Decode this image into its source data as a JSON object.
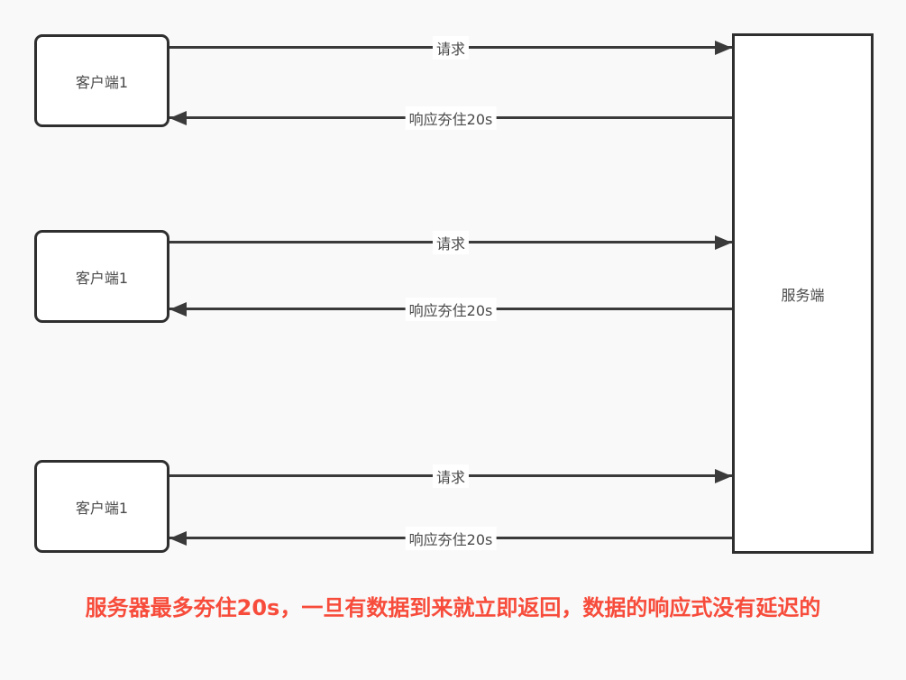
{
  "diagram": {
    "colors": {
      "background": "#f9f9f9",
      "node_fill": "#ffffff",
      "node_border": "#2f2f2f",
      "line": "#3a3a3a",
      "label_text": "#4a4a4a",
      "caption_text": "#f74c3b"
    },
    "clients": [
      {
        "label": "客户端1"
      },
      {
        "label": "客户端1"
      },
      {
        "label": "客户端1"
      }
    ],
    "server": {
      "label": "服务端"
    },
    "arrows": [
      {
        "label": "请求",
        "direction": "right"
      },
      {
        "label": "响应夯住20s",
        "direction": "left"
      },
      {
        "label": "请求",
        "direction": "right"
      },
      {
        "label": "响应夯住20s",
        "direction": "left"
      },
      {
        "label": "请求",
        "direction": "right"
      },
      {
        "label": "响应夯住20s",
        "direction": "left"
      }
    ],
    "caption": {
      "text": "服务器最多夯住20s，一旦有数据到来就立即返回，数据的响应式没有延迟的"
    }
  }
}
